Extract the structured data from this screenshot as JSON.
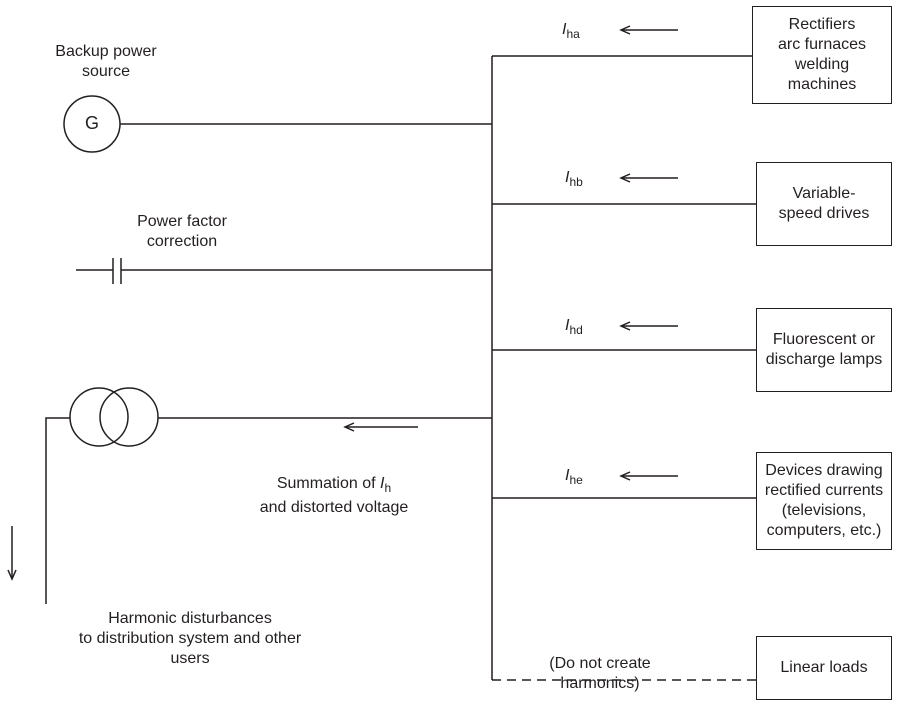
{
  "sources": {
    "backup": {
      "label": "Backup power\nsource",
      "symbol": "G"
    },
    "pfc": {
      "label": "Power factor\ncorrection"
    },
    "transformer": {}
  },
  "summation": {
    "line1_prefix": "Summation of ",
    "line1_var": "I",
    "line1_sub": "h",
    "line2": "and distorted voltage"
  },
  "harmonic": {
    "label": "Harmonic disturbances\nto distribution system and other\nusers"
  },
  "loads": [
    {
      "current_var": "I",
      "current_sub": "ha",
      "label": "Rectifiers\narc furnaces\nwelding\nmachines"
    },
    {
      "current_var": "I",
      "current_sub": "hb",
      "label": "Variable-\nspeed drives"
    },
    {
      "current_var": "I",
      "current_sub": "hd",
      "label": "Fluorescent or\ndischarge lamps"
    },
    {
      "current_var": "I",
      "current_sub": "he",
      "label": "Devices drawing\nrectified currents\n(televisions,\ncomputers, etc.)"
    },
    {
      "label": "Linear loads"
    }
  ],
  "linear_note": "(Do not create\nharmonics)"
}
